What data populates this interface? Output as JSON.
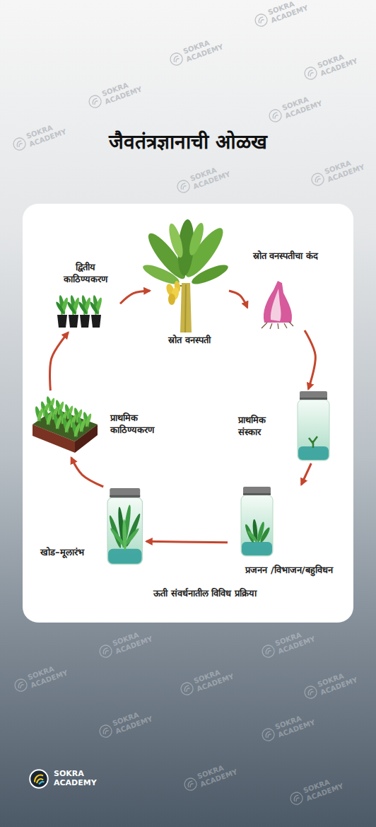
{
  "diagram": {
    "title": "जैवतंत्रज्ञानाची ओळख",
    "caption": "ऊती संवर्धनातील विविध प्रक्रिया",
    "nodes": [
      {
        "text": [
          "स्रोत वनस्पती"
        ]
      },
      {
        "text": [
          "स्रोत वनस्पतीचा कंद"
        ]
      },
      {
        "text": [
          "प्राथमिक संस्कार"
        ]
      },
      {
        "text": [
          "प्रजनन /विभाजन/बहुविधन"
        ]
      },
      {
        "text": [
          "खोड–मूलारंभ"
        ]
      },
      {
        "text": [
          "प्राथमिक काठिण्यकरण"
        ]
      },
      {
        "text": [
          "द्वितीय काठिण्यकरण"
        ]
      }
    ],
    "edges": [
      {
        "from": 0,
        "to": 1,
        "arrow": "to"
      },
      {
        "from": 1,
        "to": 2,
        "arrow": "to"
      },
      {
        "from": 2,
        "to": 3,
        "arrow": "to"
      },
      {
        "from": 3,
        "to": 4,
        "arrow": "to"
      },
      {
        "from": 4,
        "to": 5,
        "arrow": "to"
      },
      {
        "from": 5,
        "to": 6,
        "arrow": "to"
      },
      {
        "from": 6,
        "to": 0,
        "arrow": "to"
      }
    ],
    "labels": [
      "SOKRA ACADEMY",
      "SOKRA ACADEMY",
      "SOKRA ACADEMY",
      "SOKRA ACADEMY",
      "SOKRA ACADEMY",
      "SOKRA ACADEMY",
      "SOKRA ACADEMY",
      "SOKRA ACADEMY",
      "SOKRA ACADEMY",
      "SOKRA ACADEMY",
      "SOKRA ACADEMY",
      "SOKRA ACADEMY",
      "SOKRA ACADEMY",
      "SOKRA ACADEMY",
      "SOKRA ACADEMY",
      "SOKRA ACADEMY",
      "SOKRA ACADEMY",
      "SOKRA ACADEMY"
    ]
  }
}
